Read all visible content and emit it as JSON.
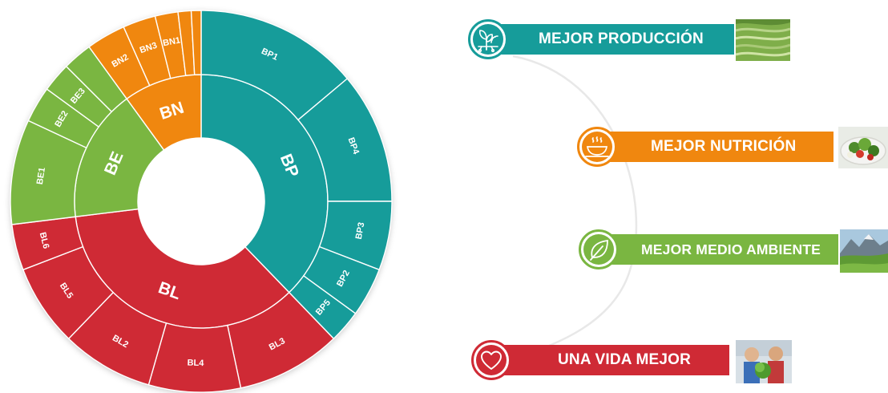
{
  "chart_data": {
    "type": "sunburst",
    "inner": [
      {
        "label": "BP",
        "start": 0,
        "end": 136,
        "color": "#169c9a"
      },
      {
        "label": "BL",
        "start": 136,
        "end": 263,
        "color": "#cf2a35"
      },
      {
        "label": "BE",
        "start": 263,
        "end": 324,
        "color": "#7ab641"
      },
      {
        "label": "BN",
        "start": 324,
        "end": 360,
        "color": "#f0870f"
      }
    ],
    "outer": [
      {
        "label": "BP1",
        "start": 0,
        "end": 50,
        "color": "#169c9a"
      },
      {
        "label": "BP4",
        "start": 50,
        "end": 90,
        "color": "#169c9a"
      },
      {
        "label": "BP3",
        "start": 90,
        "end": 111,
        "color": "#169c9a"
      },
      {
        "label": "BP2",
        "start": 111,
        "end": 126,
        "color": "#169c9a"
      },
      {
        "label": "BP5",
        "start": 126,
        "end": 136,
        "color": "#169c9a"
      },
      {
        "label": "BL3",
        "start": 136,
        "end": 168,
        "color": "#cf2a35"
      },
      {
        "label": "BL4",
        "start": 168,
        "end": 196,
        "color": "#cf2a35"
      },
      {
        "label": "BL2",
        "start": 196,
        "end": 224,
        "color": "#cf2a35"
      },
      {
        "label": "BL5",
        "start": 224,
        "end": 249,
        "color": "#cf2a35"
      },
      {
        "label": "BL6",
        "start": 249,
        "end": 263,
        "color": "#cf2a35"
      },
      {
        "label": "BE1",
        "start": 263,
        "end": 295,
        "color": "#7ab641"
      },
      {
        "label": "BE2",
        "start": 295,
        "end": 306,
        "color": "#7ab641"
      },
      {
        "label": "BE3",
        "start": 306,
        "end": 315,
        "color": "#7ab641"
      },
      {
        "label": "",
        "start": 315,
        "end": 324,
        "color": "#7ab641"
      },
      {
        "label": "BN2",
        "start": 324,
        "end": 336,
        "color": "#f0870f"
      },
      {
        "label": "BN3",
        "start": 336,
        "end": 346,
        "color": "#f0870f"
      },
      {
        "label": "BN1",
        "start": 346,
        "end": 353,
        "color": "#f0870f"
      },
      {
        "label": "",
        "start": 353,
        "end": 357,
        "color": "#f0870f"
      },
      {
        "label": "",
        "start": 357,
        "end": 360,
        "color": "#f0870f"
      }
    ]
  },
  "benefits": [
    {
      "label": "MEJOR PRODUCCIÓN",
      "color": "#169c9a",
      "icon": "seedling-icon"
    },
    {
      "label": "MEJOR NUTRICIÓN",
      "color": "#f0870f",
      "icon": "hot-dish-icon"
    },
    {
      "label": "MEJOR MEDIO AMBIENTE",
      "color": "#7ab641",
      "icon": "leaf-icon"
    },
    {
      "label": "UNA VIDA MEJOR",
      "color": "#cf2a35",
      "icon": "heart-icon"
    }
  ]
}
